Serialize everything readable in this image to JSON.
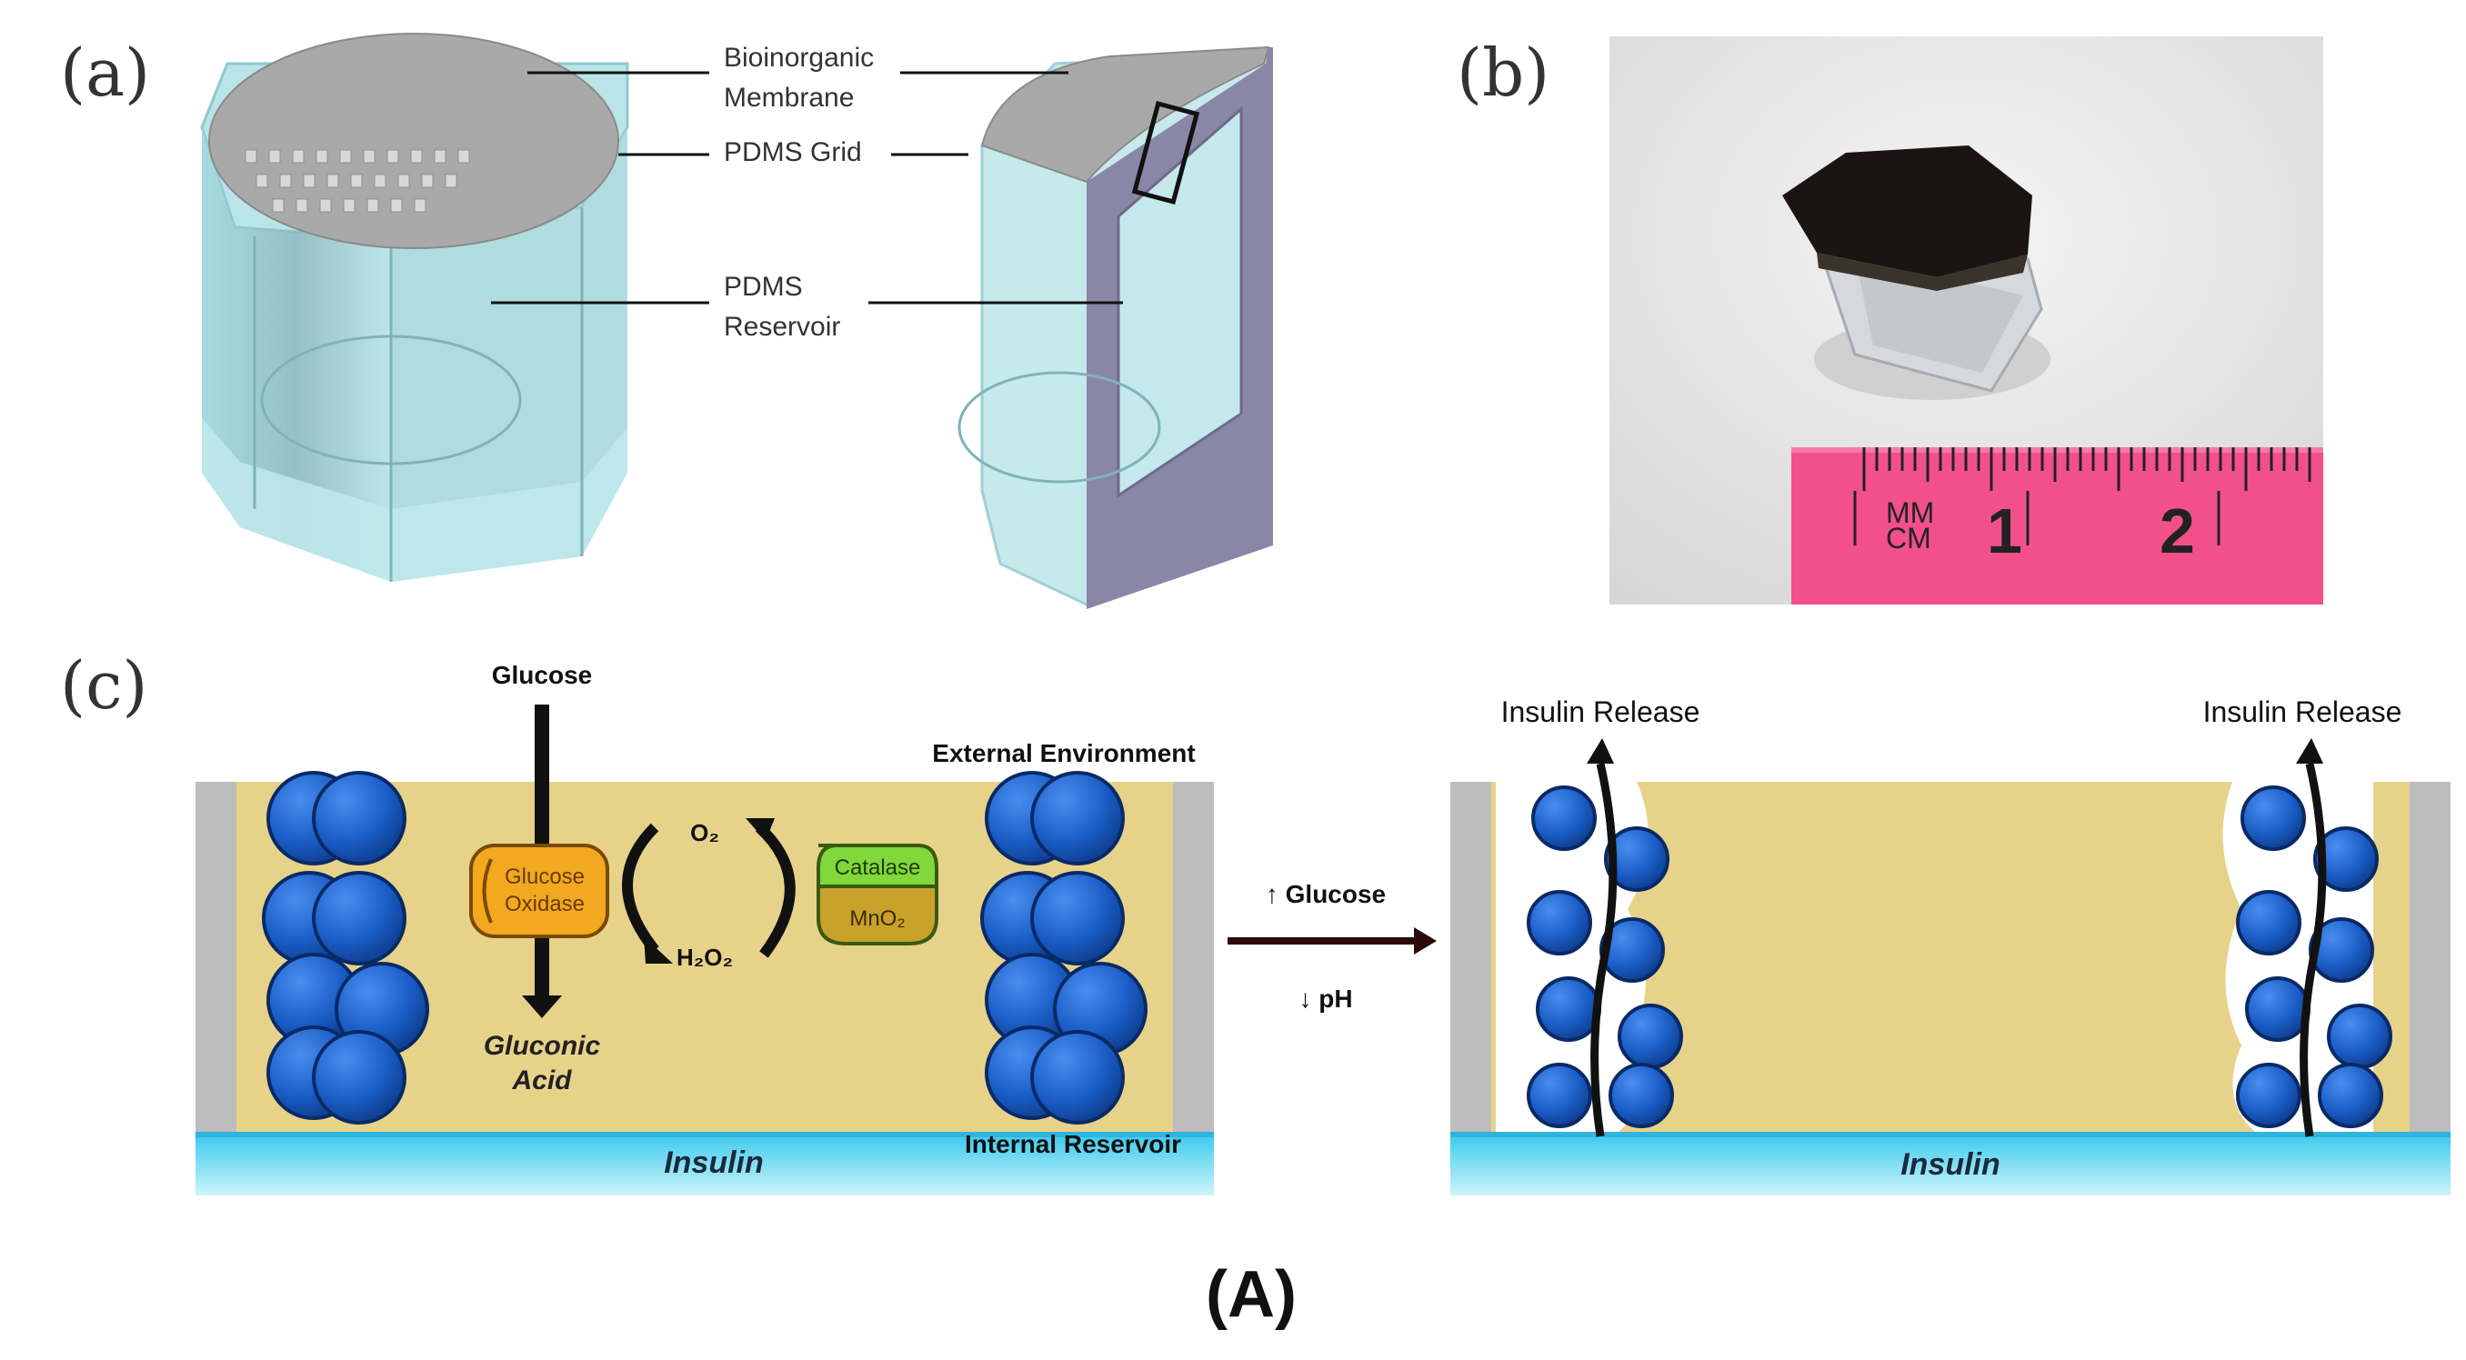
{
  "panels": {
    "a": {
      "tag": "(a)",
      "callouts": {
        "membrane_l1": "Bioinorganic",
        "membrane_l2": "Membrane",
        "grid": "PDMS Grid",
        "reservoir_l1": "PDMS",
        "reservoir_l2": "Reservoir"
      }
    },
    "b": {
      "tag": "(b)",
      "ruler": {
        "unit_top": "MM",
        "unit_bottom": "CM",
        "mark_1": "1",
        "mark_2": "2"
      }
    },
    "c": {
      "tag": "(c)",
      "left": {
        "glucose": "Glucose",
        "enzyme_l1": "Glucose",
        "enzyme_l2": "Oxidase",
        "o2": "O₂",
        "h2o2": "H₂O₂",
        "catalase": "Catalase",
        "mno2": "MnO₂",
        "product_l1": "Gluconic",
        "product_l2": "Acid",
        "external": "External Environment",
        "internal": "Internal Reservoir",
        "insulin": "Insulin"
      },
      "arrow": {
        "up": "↑ Glucose",
        "down": "↓ pH"
      },
      "right": {
        "release_left": "Insulin Release",
        "release_right": "Insulin Release",
        "insulin": "Insulin"
      }
    },
    "caption": "(A)"
  },
  "colors": {
    "pdms": "#a9dde2",
    "membrane": "#a0a0a0",
    "gel": "#e7d28a",
    "insulin": "#3dd0ec",
    "bead": "#1b5ec8",
    "oxidase": "#f2a81f",
    "catalase": "#80d83a",
    "mno2": "#c8a12a",
    "ruler": "#f2508a",
    "frame": "#7a7694"
  }
}
